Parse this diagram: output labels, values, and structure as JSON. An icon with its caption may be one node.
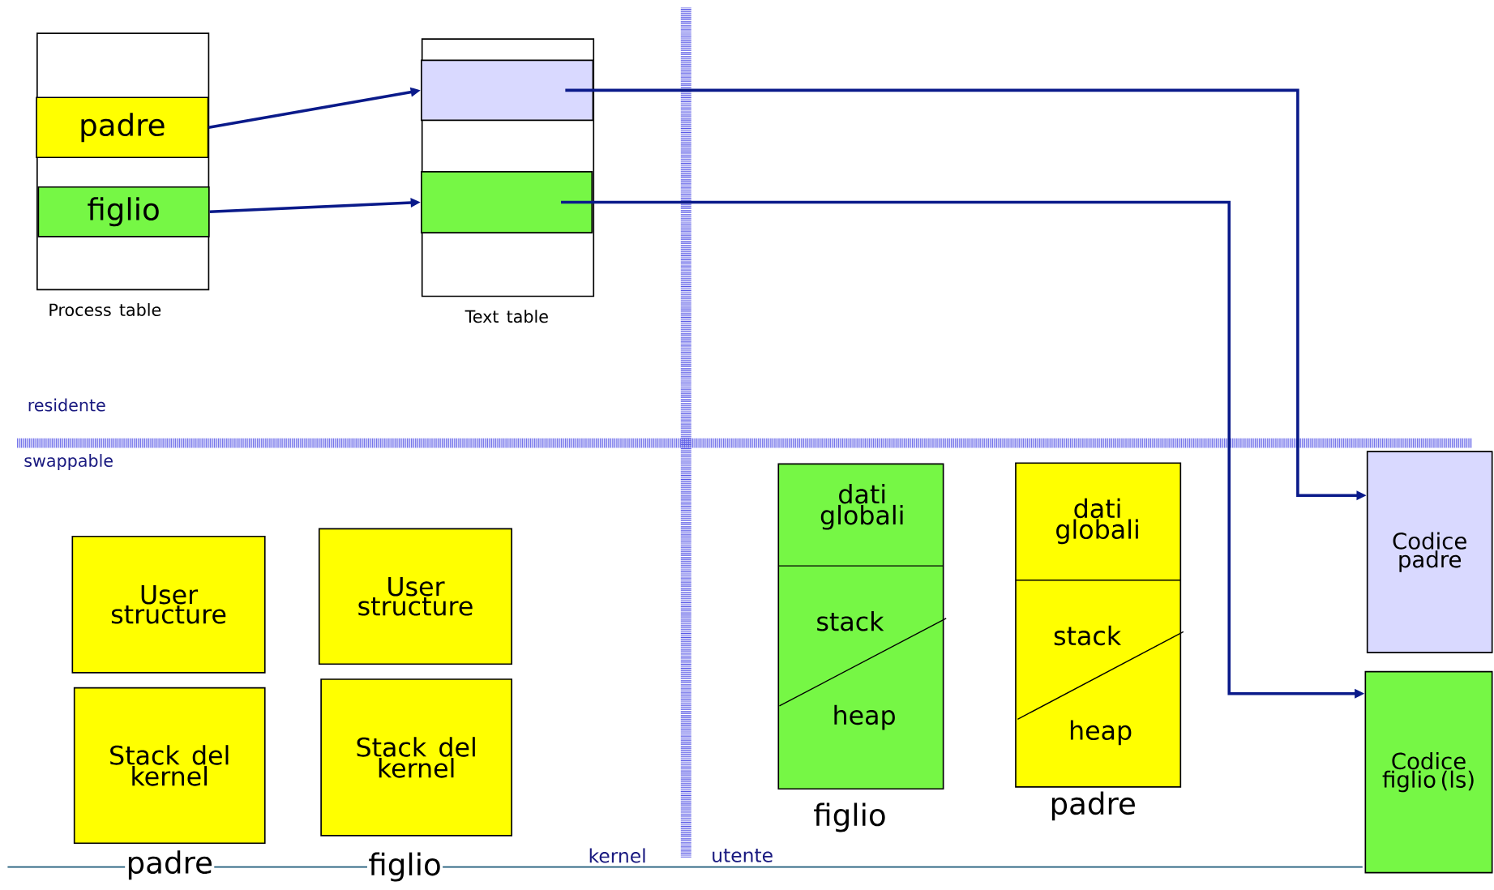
{
  "diagram": {
    "nodes": [
      {
        "text": [],
        "shape": "box",
        "beside": [
          "Process table"
        ]
      },
      {
        "text": [
          "padre"
        ],
        "in": 0
      },
      {
        "text": [
          "figlio"
        ],
        "in": 0
      },
      {
        "text": [],
        "shape": "box",
        "beside": [
          "Text table"
        ]
      },
      {
        "text": [],
        "shape": "box",
        "in": 3
      },
      {
        "text": [],
        "shape": "box",
        "in": 3
      },
      {
        "text": [
          "User structure"
        ]
      },
      {
        "text": [
          "Stack del kernel"
        ],
        "beside": [
          "padre"
        ]
      },
      {
        "text": [
          "User structure"
        ]
      },
      {
        "text": [
          "Stack del kernel"
        ],
        "beside": [
          "figlio"
        ]
      },
      {
        "text": [
          "dati globali",
          "stack",
          "heap"
        ],
        "beside": [
          "figlio"
        ]
      },
      {
        "text": [
          "dati globali",
          "stack",
          "heap"
        ],
        "beside": [
          "padre"
        ]
      },
      {
        "text": [
          "Codice padre"
        ]
      },
      {
        "text": [
          "Codice figlio (ls)"
        ]
      }
    ],
    "edges": [
      {
        "from": 1,
        "to": 4,
        "arrow": "to"
      },
      {
        "from": 2,
        "to": 5,
        "arrow": "to"
      },
      {
        "from": 4,
        "to": 12,
        "arrow": "to"
      },
      {
        "from": 5,
        "to": 13,
        "arrow": "to"
      }
    ],
    "labels": [
      "residente",
      "swappable",
      "kernel",
      "utente"
    ]
  }
}
